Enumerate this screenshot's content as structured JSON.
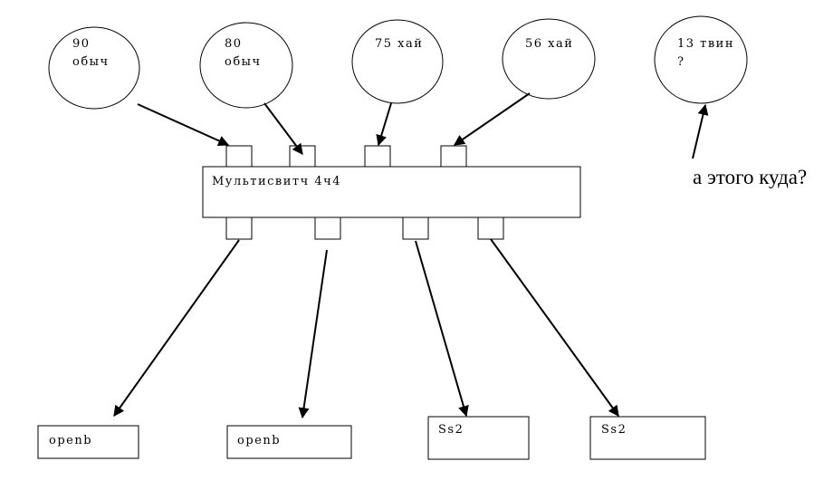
{
  "satellites": [
    {
      "line1": "90",
      "line2": "обыч"
    },
    {
      "line1": "80",
      "line2": "обыч"
    },
    {
      "line1": "75 хай",
      "line2": ""
    },
    {
      "line1": "56 хай",
      "line2": ""
    },
    {
      "line1": "13 твин",
      "line2": "?"
    }
  ],
  "multiswitch": {
    "label": "Мультисвитч 4ч4"
  },
  "receivers": [
    {
      "label": "openb"
    },
    {
      "label": "openb"
    },
    {
      "label": "Ss2"
    },
    {
      "label": "Ss2"
    }
  ],
  "question_note": "а этого куда?"
}
